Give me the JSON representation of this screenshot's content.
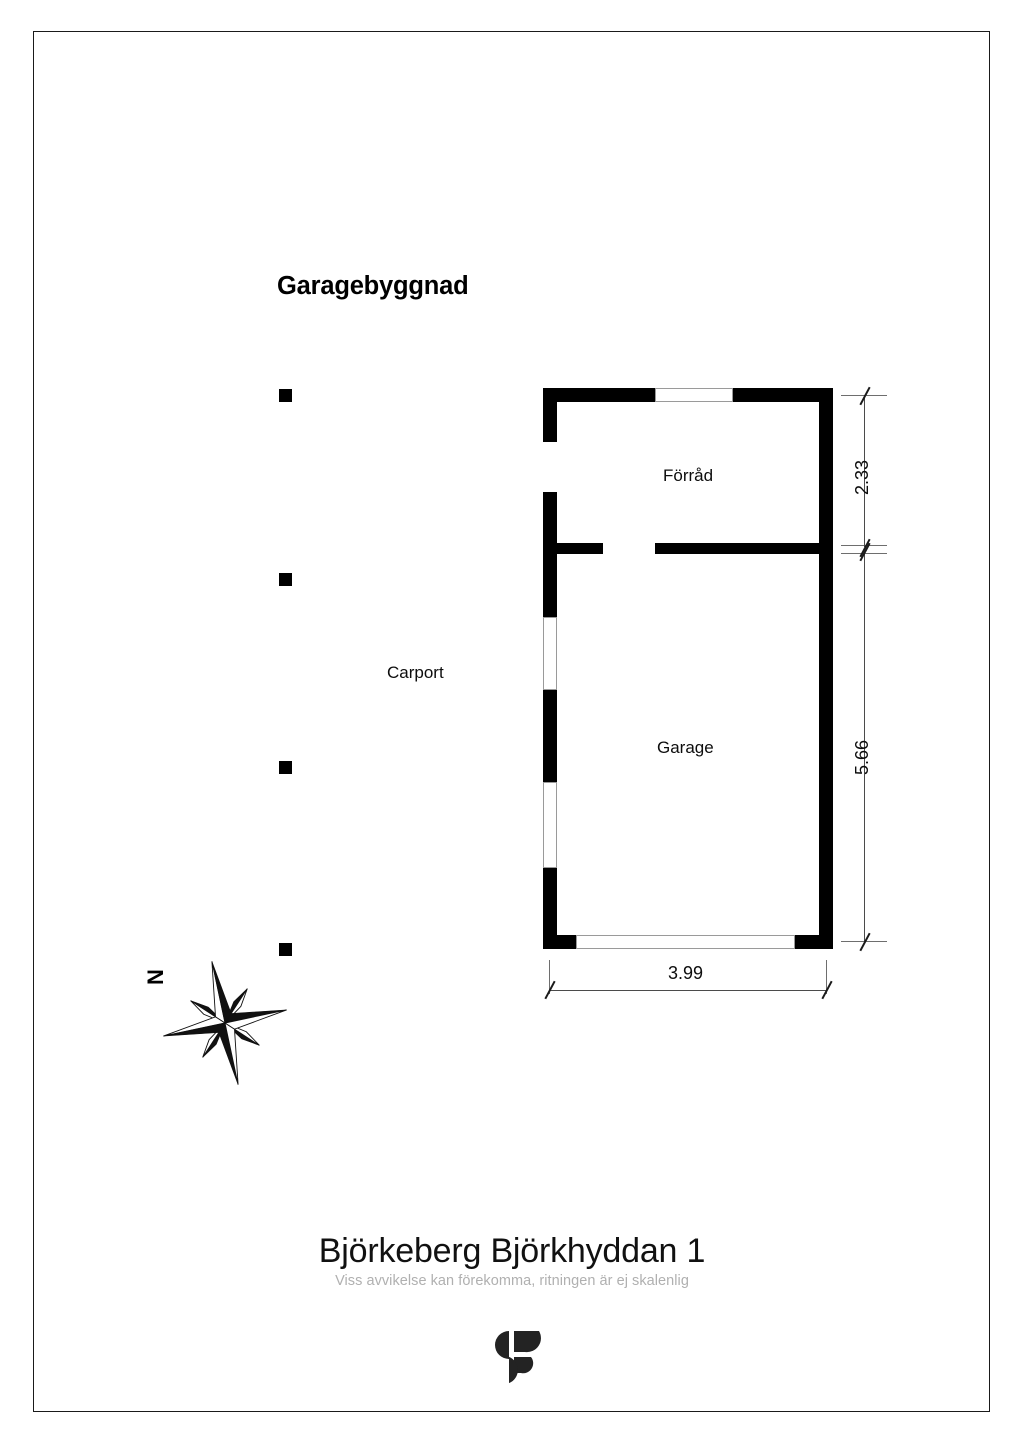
{
  "page": {
    "heading": "Garagebyggnad",
    "border_color": "#1a1a1a",
    "background": "#ffffff"
  },
  "plan": {
    "rooms": [
      {
        "name": "forrad",
        "label": "Förråd"
      },
      {
        "name": "garage",
        "label": "Garage"
      },
      {
        "name": "carport",
        "label": "Carport"
      }
    ],
    "carport": {
      "label": "Carport",
      "post_count": 4,
      "post_color": "#000000"
    },
    "wall_color": "#000000"
  },
  "dimensions": {
    "unit": "m",
    "vertical": [
      {
        "name": "forrad-depth",
        "value": "2.33"
      },
      {
        "name": "garage-depth",
        "value": "5.66"
      }
    ],
    "horizontal": [
      {
        "name": "building-width",
        "value": "3.99"
      }
    ]
  },
  "compass": {
    "north_label": "N",
    "icon": "compass-rose-icon"
  },
  "footer": {
    "title": "Björkeberg Björkhyddan 1",
    "disclaimer": "Viss avvikelse kan förekomma, ritningen är ej skalenlig",
    "logo_name": "sf-logo-icon",
    "logo_color": "#232323"
  }
}
